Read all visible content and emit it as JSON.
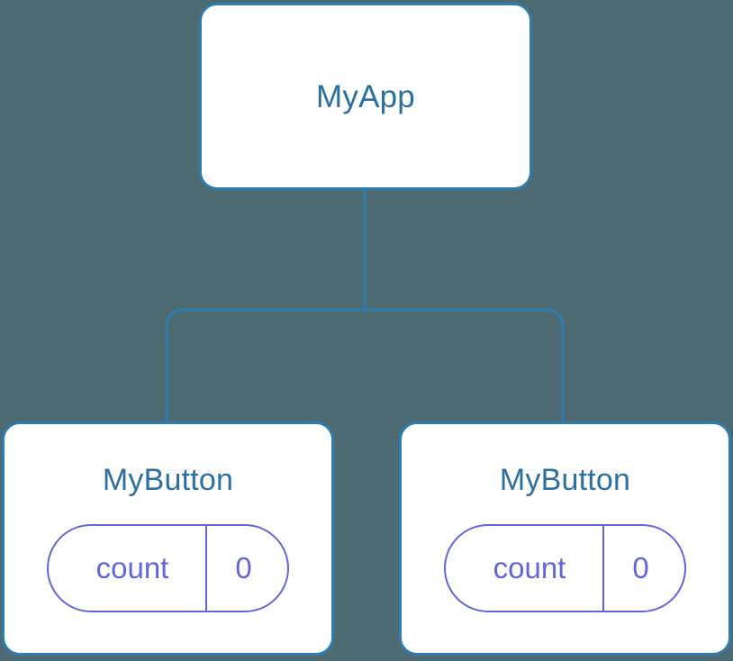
{
  "canvas": {
    "background_color": "#4d6a73",
    "node_border_color": "#2f7cae",
    "node_fill_color": "#ffffff",
    "node_label_color": "#2d6f9e",
    "edge_color": "#2f7cae",
    "state_accent_color": "#6366d8"
  },
  "tree": {
    "root": {
      "label": "MyApp"
    },
    "children": [
      {
        "label": "MyButton",
        "state": {
          "key": "count",
          "value": "0"
        }
      },
      {
        "label": "MyButton",
        "state": {
          "key": "count",
          "value": "0"
        }
      }
    ]
  }
}
